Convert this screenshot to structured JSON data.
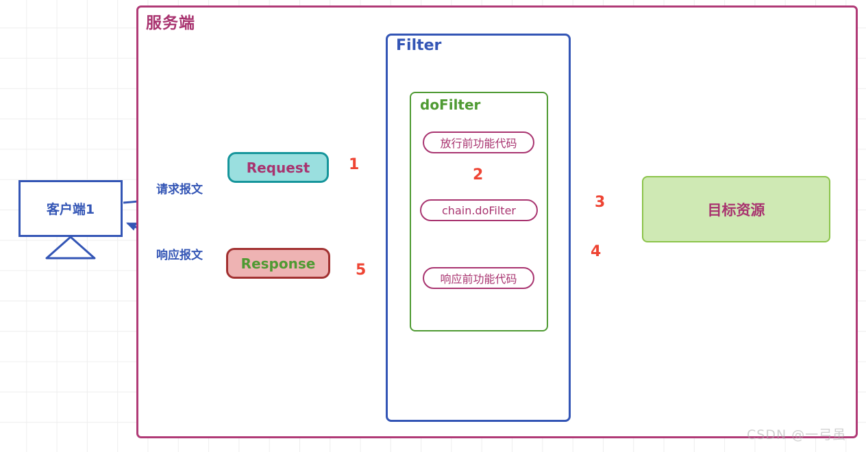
{
  "diagram": {
    "title_watermark": "CSDN @一弓虽",
    "colors": {
      "server_border": "#b03a76",
      "server_label": "#a8336f",
      "filter_border": "#3355b5",
      "dofilter_border": "#4e9a32",
      "step_border": "#a8336f",
      "request_fill": "#9adfdf",
      "request_border": "#16959b",
      "response_fill": "#eeb3b3",
      "response_border": "#a13030",
      "target_fill": "#cfe9b4",
      "target_border": "#8bc34a",
      "red_arrow": "#ee4433",
      "blue_arrow": "#3355b5"
    },
    "containers": {
      "server": {
        "label": "服务端"
      },
      "filter": {
        "label": "Filter"
      },
      "dofilter": {
        "label": "doFilter"
      }
    },
    "nodes": {
      "client": {
        "label": "客户端1"
      },
      "request": {
        "label": "Request"
      },
      "response": {
        "label": "Response"
      },
      "step_pre": {
        "label": "放行前功能代码"
      },
      "step_chain": {
        "label": "chain.doFilter"
      },
      "step_post": {
        "label": "响应前功能代码"
      },
      "target": {
        "label": "目标资源"
      }
    },
    "edges": {
      "request_message": {
        "label": "请求报文"
      },
      "response_message": {
        "label": "响应报文"
      },
      "step1": {
        "label": "1"
      },
      "step2": {
        "label": "2"
      },
      "step3": {
        "label": "3"
      },
      "step4": {
        "label": "4"
      },
      "step5": {
        "label": "5"
      }
    }
  }
}
